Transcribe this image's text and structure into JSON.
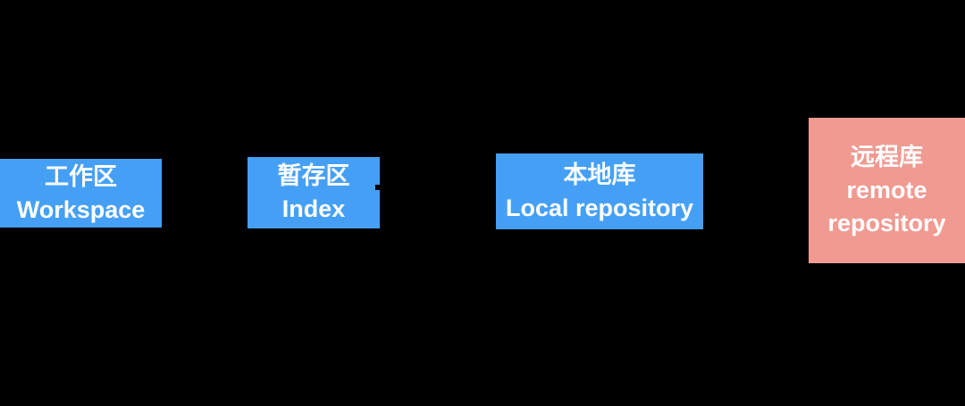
{
  "diagram": {
    "background": "#000000",
    "text_color": "#FFFFFF",
    "boxes": [
      {
        "id": "workspace",
        "bg": "#45A0F5",
        "lines": [
          "工作区",
          "Workspace"
        ]
      },
      {
        "id": "index",
        "bg": "#45A0F5",
        "lines": [
          "暂存区",
          "Index"
        ]
      },
      {
        "id": "local-repository",
        "bg": "#45A0F5",
        "lines": [
          "本地库",
          "Local repository"
        ]
      },
      {
        "id": "remote-repository",
        "bg": "#F09A92",
        "lines": [
          "远程库",
          "remote",
          "repository"
        ]
      }
    ]
  }
}
